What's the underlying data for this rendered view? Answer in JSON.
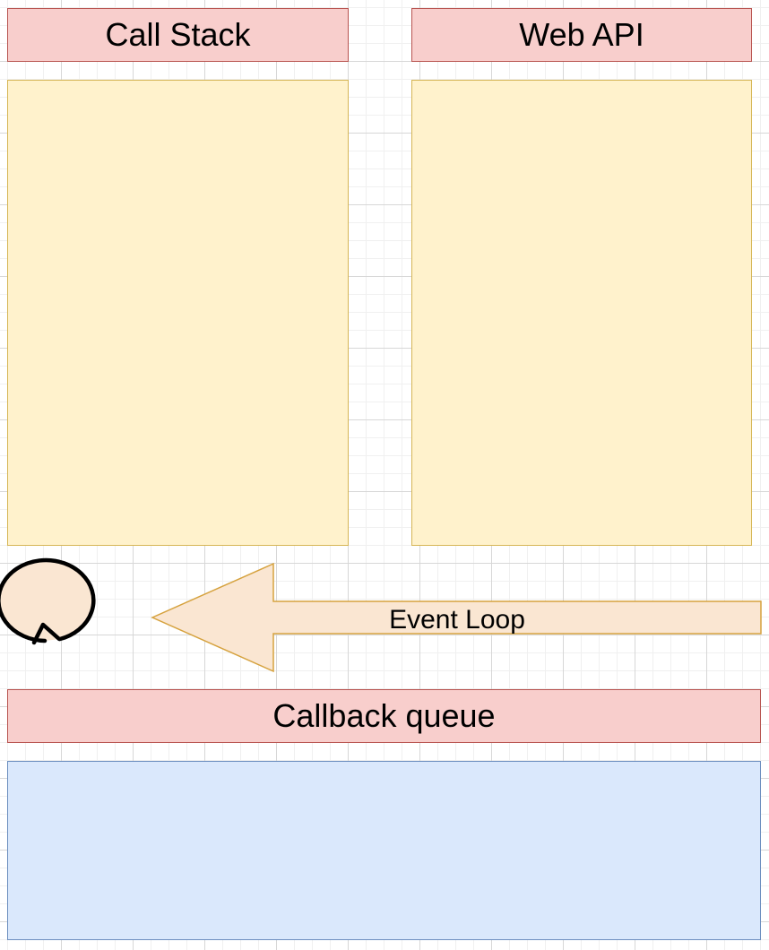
{
  "diagram": {
    "call_stack": {
      "label": "Call Stack"
    },
    "web_api": {
      "label": "Web API"
    },
    "event_loop": {
      "label": "Event Loop"
    },
    "callback_queue": {
      "label": "Callback queue"
    }
  },
  "colors": {
    "header_fill": "#f8cecc",
    "header_stroke": "#b85450",
    "container_fill": "#fff2cc",
    "container_stroke": "#d6b656",
    "queue_fill": "#dae8fc",
    "queue_stroke": "#6c8ebf",
    "arrow_fill": "#fae6d2",
    "arrow_stroke": "#d6a23e",
    "loop_icon_fill": "#fae6d2",
    "loop_icon_stroke": "#000000"
  },
  "icons": {
    "loop": "circular-arrow-icon",
    "arrow": "left-arrow-icon"
  }
}
